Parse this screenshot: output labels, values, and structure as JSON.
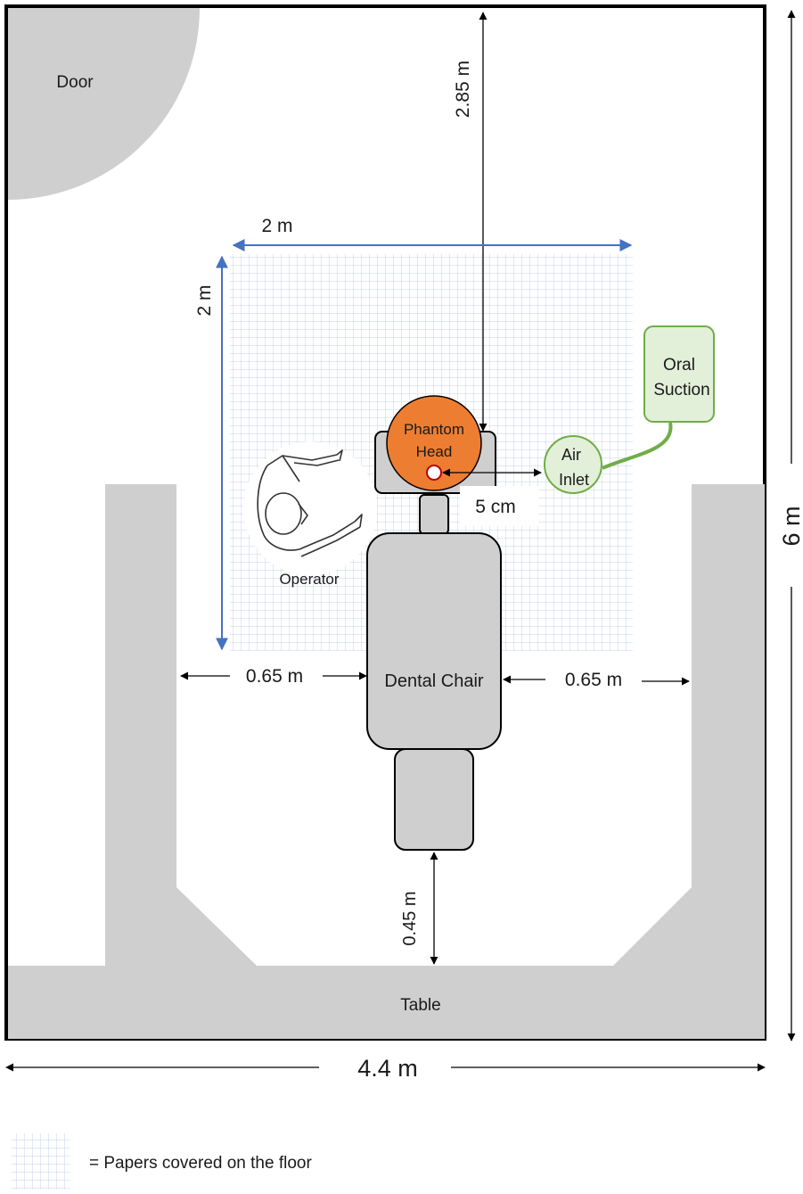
{
  "labels": {
    "door": "Door",
    "dim_top": "2.85 m",
    "grid_width": "2 m",
    "grid_height": "2 m",
    "oral_suction_line1": "Oral",
    "oral_suction_line2": "Suction",
    "phantom_line1": "Phantom",
    "phantom_line2": "Head",
    "air_line1": "Air",
    "air_line2": "Inlet",
    "five_cm": "5 cm",
    "operator": "Operator",
    "dental_chair": "Dental Chair",
    "left_gap": "0.65 m",
    "right_gap": "0.65 m",
    "bottom_gap": "0.45 m",
    "table": "Table",
    "room_width": "4.4 m",
    "room_height": "6 m",
    "legend": "= Papers covered on the floor"
  },
  "colors": {
    "furniture": "#d0cfd0",
    "phantom": "#ed7d31",
    "suction_fill": "#e2efd9",
    "suction_stroke": "#70ad47",
    "tube": "#70ad47",
    "dimension_blue": "#4472c4",
    "grid": "#c5d2ea",
    "wall": "#000000"
  }
}
